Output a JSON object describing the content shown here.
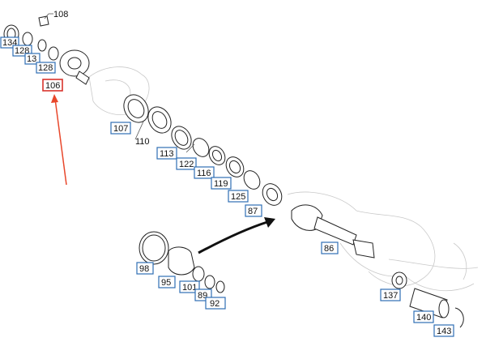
{
  "colors": {
    "callout_border": "#2f6fb5",
    "selected_border": "#d8332c",
    "pointer_arrow": "#e8472b",
    "flow_arrow": "#111111",
    "line": "#222222",
    "background_sketch": "#c9c9c9"
  },
  "selected_part": "106",
  "parts": {
    "p108": "108",
    "p134": "134",
    "p128a": "128",
    "p13": "13",
    "p128b": "128",
    "p106": "106",
    "p107": "107",
    "p110": "110",
    "p113": "113",
    "p122": "122",
    "p116": "116",
    "p119": "119",
    "p125": "125",
    "p87": "87",
    "p86": "86",
    "p98": "98",
    "p95": "95",
    "p101": "101",
    "p89": "89",
    "p92": "92",
    "p137": "137",
    "p140": "140",
    "p143": "143"
  }
}
